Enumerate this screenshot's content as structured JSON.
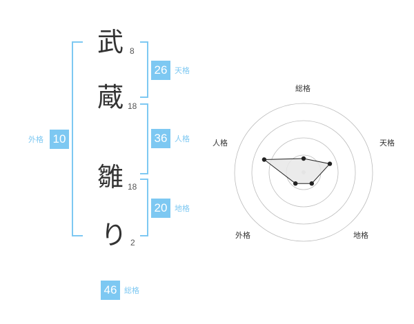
{
  "name": {
    "chars": [
      {
        "char": "武",
        "strokes": "8"
      },
      {
        "char": "蔵",
        "strokes": "18"
      },
      {
        "char": "雛",
        "strokes": "18"
      },
      {
        "char": "り",
        "strokes": "2"
      }
    ]
  },
  "fortune": {
    "tenkaku": {
      "value": "26",
      "label": "天格"
    },
    "jinkaku": {
      "value": "36",
      "label": "人格"
    },
    "chikaku": {
      "value": "20",
      "label": "地格"
    },
    "gaikaku": {
      "value": "10",
      "label": "外格"
    },
    "soukaku": {
      "value": "46",
      "label": "総格"
    }
  },
  "chart_data": {
    "type": "radar",
    "axes": [
      "総格",
      "天格",
      "地格",
      "外格",
      "人格"
    ],
    "values": [
      1,
      2,
      1,
      1,
      3
    ],
    "rmax": 5,
    "rings": 4,
    "colors": {
      "line": "#222222",
      "fill": "#e8e8e8",
      "grid": "#bbbbbb",
      "center": "#cccccc"
    }
  }
}
